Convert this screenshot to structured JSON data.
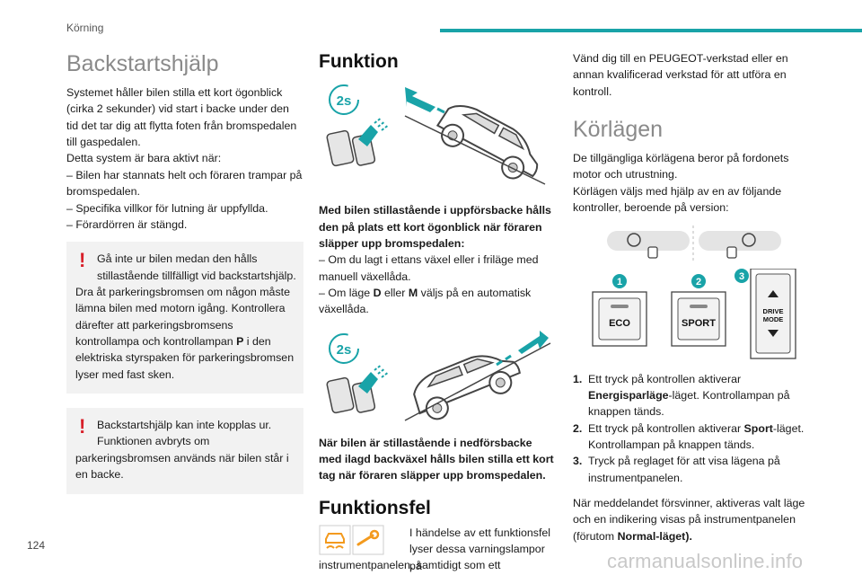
{
  "header": {
    "section": "Körning",
    "page_number": "124"
  },
  "watermark": "carmanualsonline.info",
  "col1": {
    "title": "Backstartshjälp",
    "intro": "Systemet håller bilen stilla ett kort ögonblick (cirka 2 sekunder) vid start i backe under den tid det tar dig att flytta foten från bromspedalen till gaspedalen.",
    "active_when": "Detta system är bara aktivt när:",
    "cond1": "– Bilen har stannats helt och föraren trampar på bromspedalen.",
    "cond2": "– Specifika villkor för lutning är uppfyllda.",
    "cond3": "– Förardörren är stängd.",
    "warn1_lead": "Gå inte ur bilen medan den hålls stillastående tillfälligt vid backstartshjälp.",
    "warn1_rest_a": "Dra åt parkeringsbromsen om någon måste lämna bilen med motorn igång. Kontrollera därefter att parkeringsbromsens kontrollampa och kontrollampan ",
    "warn1_lamp": "P",
    "warn1_rest_b": " i den elektriska styrspaken för parkeringsbromsen lyser med fast sken.",
    "warn2_lead": "Backstartshjälp kan inte kopplas ur. Funktionen avbryts om",
    "warn2_rest": "parkeringsbromsen används när bilen står i en backe."
  },
  "col2": {
    "title": "Funktion",
    "badge": "2s",
    "uphill_bold": "Med bilen stillastående i uppförsbacke hålls den på plats ett kort ögonblick när föraren släpper upp bromspedalen:",
    "uphill_c1": "– Om du lagt i ettans växel eller i friläge med manuell växellåda.",
    "uphill_c2_a": "– Om läge ",
    "uphill_c2_d": "D",
    "uphill_c2_mid": " eller ",
    "uphill_c2_m": "M",
    "uphill_c2_b": " väljs på en automatisk växellåda.",
    "downhill_bold": "När bilen är stillastående i nedförsbacke med ilagd backväxel hålls bilen stilla ett kort tag när föraren släpper upp bromspedalen.",
    "fault_title": "Funktionsfel",
    "fault_text_a": "I händelse av ett funktionsfel lyser dessa varningslampor på",
    "fault_text_b": "instrumentpanelen, samtidigt som ett meddelande visas.",
    "colors": {
      "warning_orange": "#f39a1e",
      "teal": "#19a3a8"
    }
  },
  "col3": {
    "workshop": "Vänd dig till en PEUGEOT-verkstad eller en annan kvalificerad verkstad för att utföra en kontroll.",
    "title": "Körlägen",
    "modes_intro_1": "De tillgängliga körlägena beror på fordonets motor och utrustning.",
    "modes_intro_2": "Körlägen väljs med hjälp av en av följande kontroller, beroende på version:",
    "callouts": [
      "1",
      "2",
      "3"
    ],
    "btn_eco": "ECO",
    "btn_sport": "SPORT",
    "btn_drive_1": "DRIVE",
    "btn_drive_2": "MODE",
    "list": [
      {
        "n": "1.",
        "a": "Ett tryck på kontrollen aktiverar ",
        "b": "Energisparläge",
        "c": "-läget. Kontrollampan på knappen tänds."
      },
      {
        "n": "2.",
        "a": "Ett tryck på kontrollen aktiverar ",
        "b": "Sport",
        "c": "-läget. Kontrollampan på knappen tänds."
      },
      {
        "n": "3.",
        "a": "Tryck på reglaget för att visa lägena på instrumentpanelen.",
        "b": "",
        "c": ""
      }
    ],
    "final_a": "När meddelandet försvinner, aktiveras valt läge och en indikering visas på instrumentpanelen (förutom ",
    "final_b": "Normal-läget)."
  }
}
